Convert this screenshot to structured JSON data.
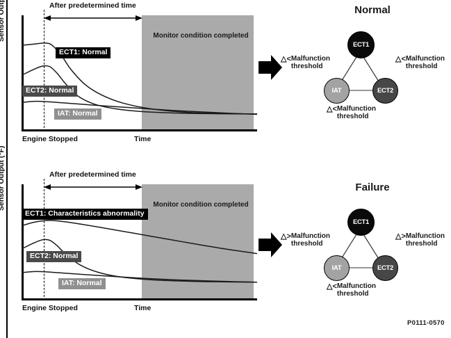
{
  "figure": {
    "code": "P0111-0570"
  },
  "chart_data": {
    "type": "line",
    "xlabel": "Time",
    "ylabel": "Sensor Output (°F)",
    "x_origin_tick": "Engine Stopped",
    "annotation_span": "After predetermined time",
    "shaded_region_label": "Monitor condition completed",
    "panels": [
      {
        "id": "normal",
        "title": "Normal",
        "series": [
          {
            "name": "ECT1",
            "label": "ECT1: Normal",
            "state": "Normal",
            "color": "#000000",
            "points": [
              [
                0,
                0.74
              ],
              [
                0.05,
                0.75
              ],
              [
                0.1,
                0.76
              ],
              [
                0.13,
                0.74
              ],
              [
                0.17,
                0.65
              ],
              [
                0.21,
                0.53
              ],
              [
                0.27,
                0.4
              ],
              [
                0.34,
                0.31
              ],
              [
                0.43,
                0.24
              ],
              [
                0.55,
                0.19
              ],
              [
                0.7,
                0.16
              ],
              [
                0.85,
                0.15
              ],
              [
                1.0,
                0.145
              ]
            ]
          },
          {
            "name": "ECT2",
            "label": "ECT2: Normal",
            "state": "Normal",
            "color": "#4a4a4a",
            "points": [
              [
                0,
                0.48
              ],
              [
                0.05,
                0.53
              ],
              [
                0.09,
                0.56
              ],
              [
                0.12,
                0.555
              ],
              [
                0.15,
                0.5
              ],
              [
                0.19,
                0.4
              ],
              [
                0.24,
                0.3
              ],
              [
                0.31,
                0.23
              ],
              [
                0.4,
                0.19
              ],
              [
                0.52,
                0.165
              ],
              [
                0.68,
                0.152
              ],
              [
                0.85,
                0.147
              ],
              [
                1.0,
                0.145
              ]
            ]
          },
          {
            "name": "IAT",
            "label": "IAT: Normal",
            "state": "Normal",
            "color": "#909090",
            "points": [
              [
                0,
                0.245
              ],
              [
                0.06,
                0.255
              ],
              [
                0.12,
                0.25
              ],
              [
                0.22,
                0.235
              ],
              [
                0.35,
                0.215
              ],
              [
                0.5,
                0.195
              ],
              [
                0.65,
                0.175
              ],
              [
                0.8,
                0.16
              ],
              [
                0.9,
                0.15
              ],
              [
                1.0,
                0.142
              ]
            ]
          }
        ],
        "thresholds": [
          {
            "position": "left",
            "relation": "<",
            "line1": "Malfunction",
            "line2": "threshold"
          },
          {
            "position": "right",
            "relation": "<",
            "line1": "Malfunction",
            "line2": "threshold"
          },
          {
            "position": "bottom",
            "relation": "<",
            "line1": "Malfunction",
            "line2": "threshold"
          }
        ],
        "nodes": [
          {
            "id": "ect1",
            "label": "ECT1",
            "fill": "#0a0a0a"
          },
          {
            "id": "iat",
            "label": "IAT",
            "fill": "#a3a3a3"
          },
          {
            "id": "ect2",
            "label": "ECT2",
            "fill": "#474747"
          }
        ]
      },
      {
        "id": "failure",
        "title": "Failure",
        "series": [
          {
            "name": "ECT1",
            "label": "ECT1: Characteristics abnormality",
            "state": "Characteristics abnormality",
            "color": "#000000",
            "points": [
              [
                0,
                0.64
              ],
              [
                0.05,
                0.67
              ],
              [
                0.1,
                0.685
              ],
              [
                0.14,
                0.685
              ],
              [
                0.22,
                0.665
              ],
              [
                0.34,
                0.625
              ],
              [
                0.48,
                0.575
              ],
              [
                0.62,
                0.525
              ],
              [
                0.76,
                0.475
              ],
              [
                0.88,
                0.435
              ],
              [
                1.0,
                0.4
              ]
            ]
          },
          {
            "name": "ECT2",
            "label": "ECT2: Normal",
            "state": "Normal",
            "color": "#4a4a4a",
            "points": [
              [
                0,
                0.44
              ],
              [
                0.05,
                0.49
              ],
              [
                0.09,
                0.52
              ],
              [
                0.12,
                0.515
              ],
              [
                0.15,
                0.47
              ],
              [
                0.19,
                0.39
              ],
              [
                0.25,
                0.3
              ],
              [
                0.33,
                0.235
              ],
              [
                0.43,
                0.195
              ],
              [
                0.56,
                0.172
              ],
              [
                0.72,
                0.16
              ],
              [
                0.86,
                0.155
              ],
              [
                1.0,
                0.152
              ]
            ]
          },
          {
            "name": "IAT",
            "label": "IAT: Normal",
            "state": "Normal",
            "color": "#909090",
            "points": [
              [
                0,
                0.235
              ],
              [
                0.06,
                0.245
              ],
              [
                0.13,
                0.238
              ],
              [
                0.24,
                0.222
              ],
              [
                0.38,
                0.203
              ],
              [
                0.52,
                0.185
              ],
              [
                0.66,
                0.172
              ],
              [
                0.8,
                0.163
              ],
              [
                0.9,
                0.157
              ],
              [
                1.0,
                0.152
              ]
            ]
          }
        ],
        "thresholds": [
          {
            "position": "left",
            "relation": ">",
            "line1": "Malfunction",
            "line2": "threshold"
          },
          {
            "position": "right",
            "relation": ">",
            "line1": "Malfunction",
            "line2": "threshold"
          },
          {
            "position": "bottom",
            "relation": "<",
            "line1": "Malfunction",
            "line2": "threshold"
          }
        ],
        "nodes": [
          {
            "id": "ect1",
            "label": "ECT1",
            "fill": "#0a0a0a"
          },
          {
            "id": "iat",
            "label": "IAT",
            "fill": "#a3a3a3"
          },
          {
            "id": "ect2",
            "label": "ECT2",
            "fill": "#474747"
          }
        ]
      }
    ]
  }
}
